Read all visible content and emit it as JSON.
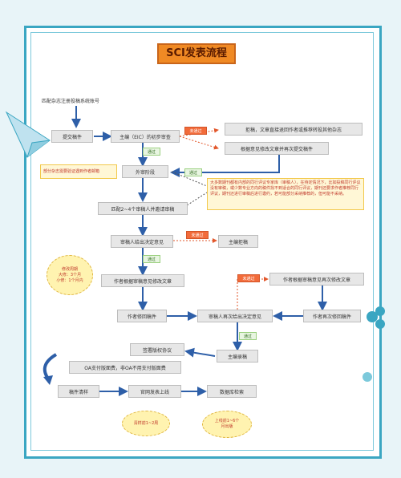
{
  "title": "SCI发表流程",
  "nodes": {
    "match": "匹配杂志注册投稿系统账号",
    "submit": "提交稿件",
    "eic": "主编（EIC）的初步审查",
    "reject_transfer": "拒稿，文章直接退回作者或推荐转投其他杂志",
    "revise_resubmit": "根据意见修改文章并再次提交稿件",
    "external": "外审阶段",
    "invite": "匹配2~4个审稿人并邀请审稿",
    "reviewer_decision": "审稿人给出决定意见",
    "reject": "主编拒稿",
    "author_revise": "作者根据审稿意见修改文章",
    "author_revise2": "作者根据审稿意见再次修改文章",
    "author_return": "作者修回稿件",
    "reviewer_again": "审稿人再次给出决定意见",
    "author_return2": "作者再次修回稿件",
    "accept": "主编录稿",
    "copyright": "签署版权协议",
    "fee": "OA支付版面费，非OA不用支付版面费",
    "proof": "稿件清样",
    "online": "官网发表上线",
    "index": "数据库检索"
  },
  "tags": {
    "not_pass_1": "未通过",
    "pass_1": "通过",
    "pass_2": "通过",
    "not_pass_2": "未通过",
    "pass_3": "通过",
    "not_pass_3": "未通过",
    "pass_4": "通过"
  },
  "notes": {
    "left_note": "部分杂志需要验证遇到作者邮箱",
    "right_note": "大多数期刊都有内部的同行评议专家库（审稿人），在待定情况下，比如投稿同行评议没有审稿，或少数专业方向的稿件找不到适合的同行评议，期刊还要求作者推荐同行评议，期刊还进行审稿后进行邀约，若可能部分采纳推荐的，但可能不采纳。"
  },
  "clouds": {
    "revise_period": [
      "修改周期",
      "大修：3个月",
      "小修：1个月内"
    ],
    "proof_period": [
      "清样前1~2周"
    ],
    "online_period": [
      "上线前1~6个",
      "月出版"
    ]
  },
  "colors": {
    "accent": "#3aa6c2",
    "title_bg": "#f08a24",
    "arrow_blue": "#2e5fa8",
    "not_pass": "#f26b3a",
    "pass_green": "#5aa73b"
  }
}
